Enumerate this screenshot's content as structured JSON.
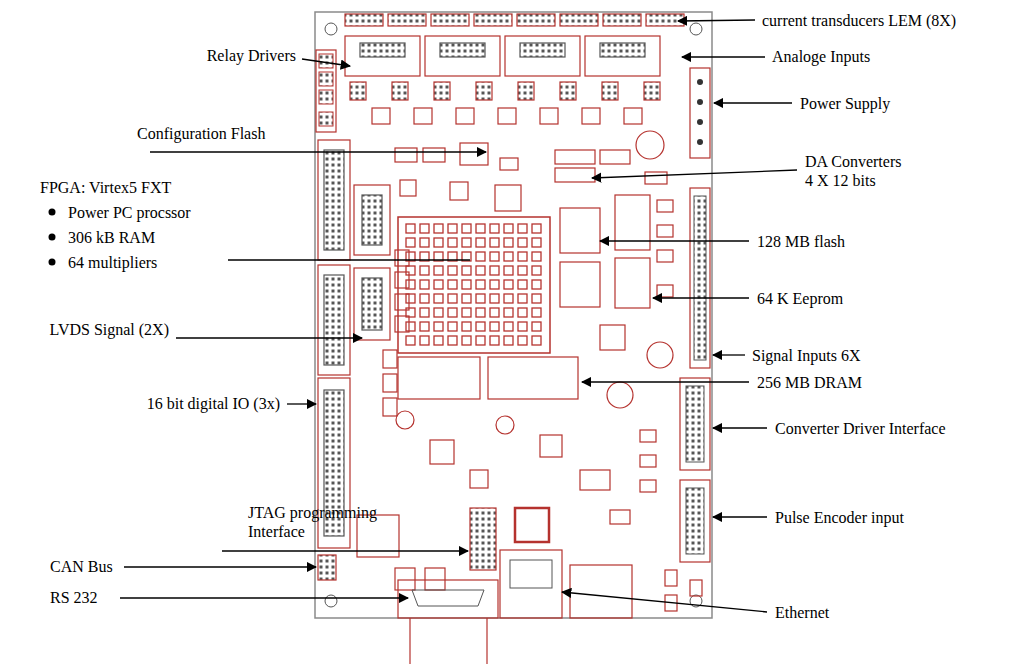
{
  "diagram": {
    "labels": [
      "current transducers LEM (8X)",
      "Relay Drivers",
      "Analoge Inputs",
      "Power Supply",
      "Configuration Flash",
      "DA Converters 4 X 12 bits",
      "FPGA: Virtex5 FXT",
      "Power PC procssor",
      "306 kB RAM",
      "64 multipliers",
      "128 MB flash",
      "64 K Eeprom",
      "LVDS Signal (2X)",
      "Signal Inputs 6X",
      "16 bit digital IO (3x)",
      "256 MB DRAM",
      "Converter Driver Interface",
      "JTAG programming Interface",
      "Pulse Encoder input",
      "CAN Bus",
      "RS 232",
      "Ethernet"
    ]
  }
}
